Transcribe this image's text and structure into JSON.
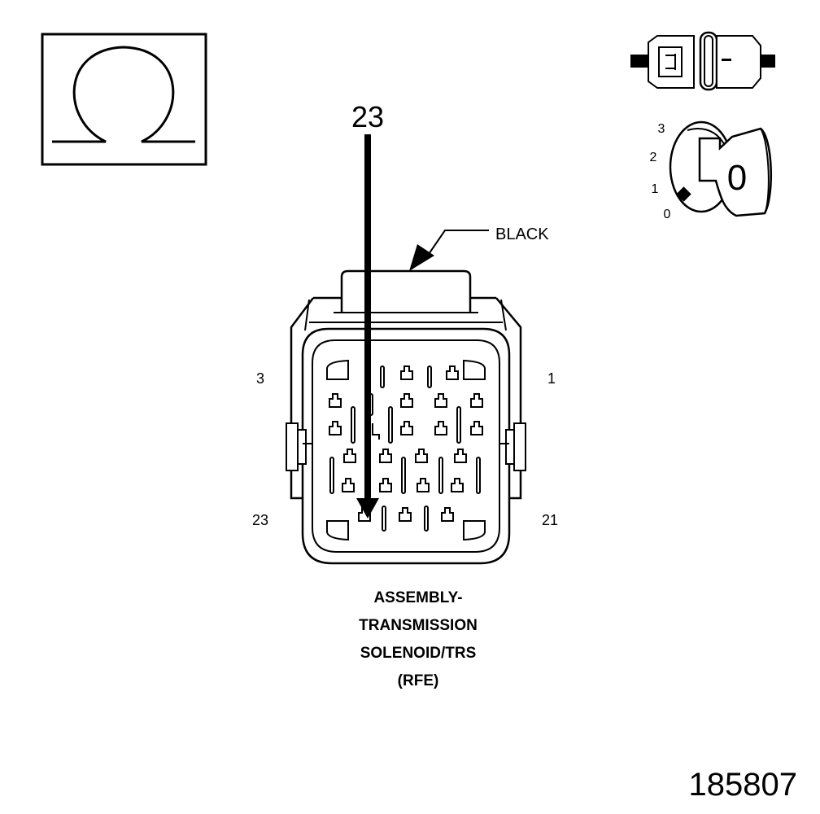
{
  "meter_symbol": {
    "icon": "ohm-icon",
    "meaning": "ohmmeter"
  },
  "pin_callout": {
    "pin": "23"
  },
  "connector": {
    "color_label": "BLACK",
    "corner_pins": {
      "top_left": "3",
      "top_right": "1",
      "bottom_left": "23",
      "bottom_right": "21"
    }
  },
  "ignition_switch": {
    "icon": "ignition-key-icon",
    "positions": [
      "3",
      "2",
      "1",
      "0"
    ],
    "key_position": "0"
  },
  "disconnect_icon": {
    "icon": "connector-disconnected-icon"
  },
  "caption": {
    "line1": "ASSEMBLY-",
    "line2": "TRANSMISSION",
    "line3": "SOLENOID/TRS",
    "line4": "(RFE)"
  },
  "figure_number": "185807"
}
